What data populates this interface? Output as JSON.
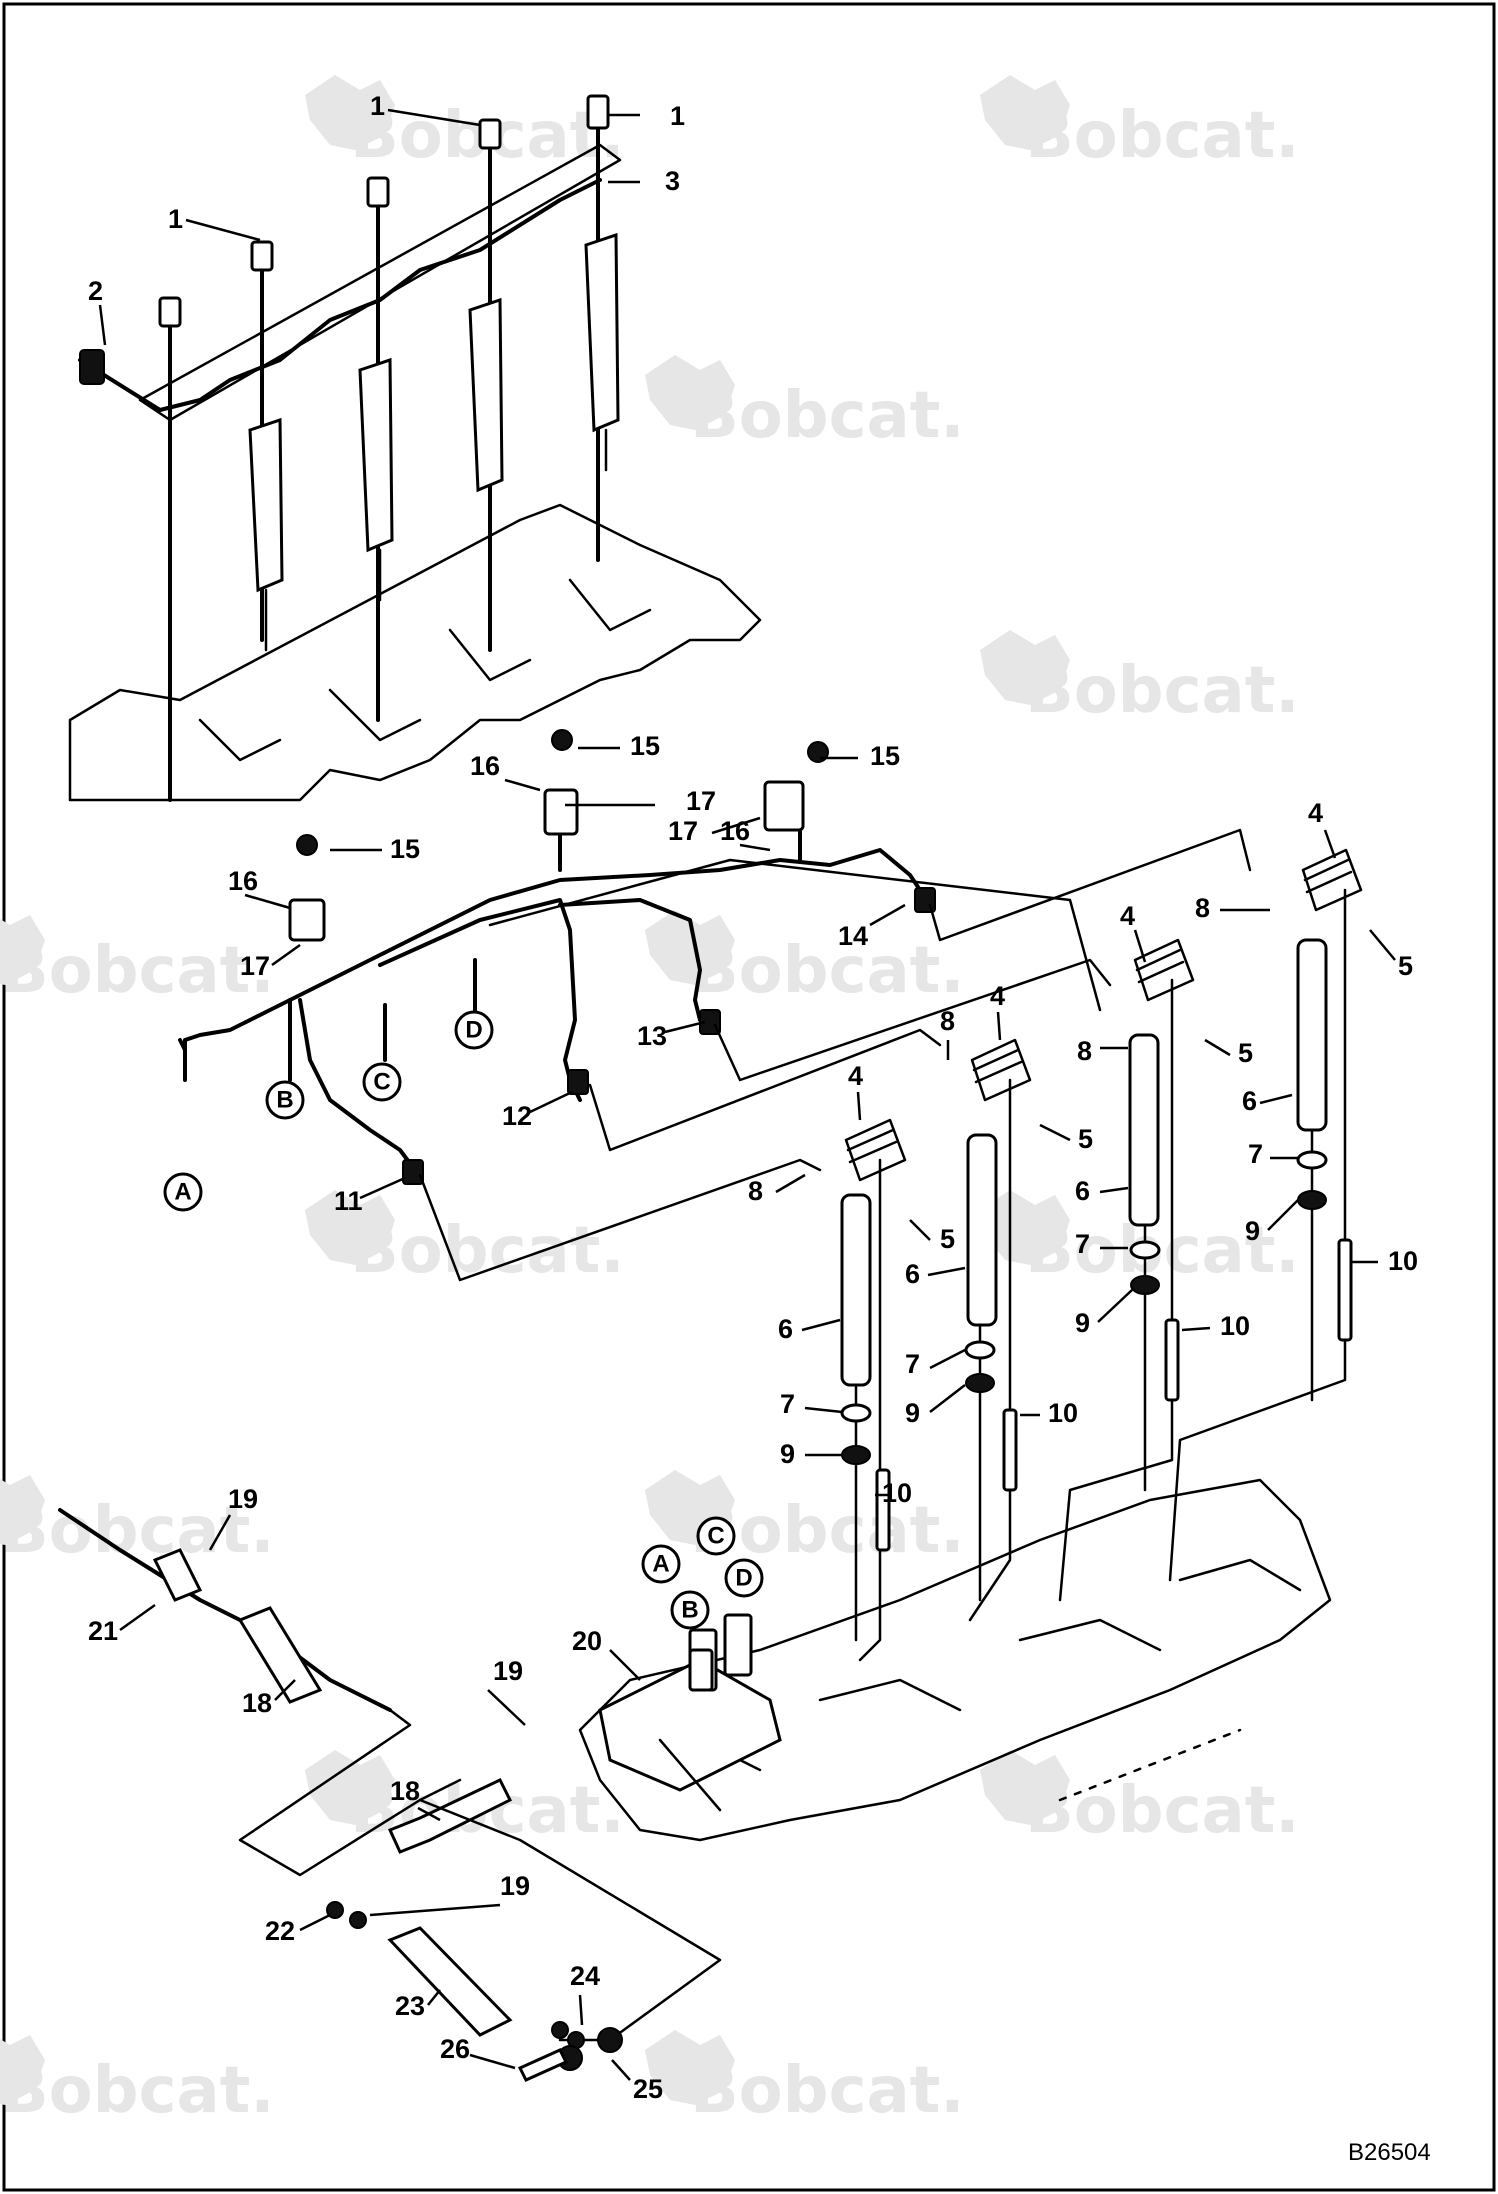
{
  "figure_id": "B26504",
  "watermark": "Bobcat.",
  "connector_labels": [
    "A",
    "B",
    "C",
    "D"
  ],
  "callouts": [
    "1",
    "2",
    "3",
    "4",
    "5",
    "6",
    "7",
    "8",
    "9",
    "10",
    "11",
    "12",
    "13",
    "14",
    "15",
    "16",
    "17",
    "18",
    "19",
    "20",
    "21",
    "22",
    "23",
    "24",
    "25",
    "26"
  ],
  "icons": [
    "bobcat-logo-icon"
  ]
}
